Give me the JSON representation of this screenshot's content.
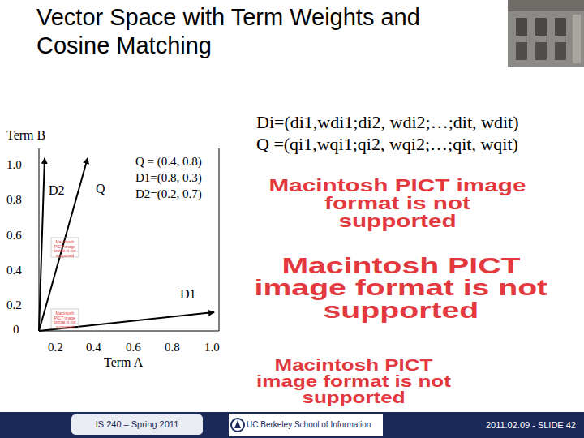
{
  "diagram": {
    "title": "Vector Space with Term Weights and Cosine Matching",
    "labels": [
      "Term B",
      "1.0",
      "0.8",
      "0.6",
      "0.4",
      "0.2",
      "0",
      "0.2",
      "0.4",
      "0.6",
      "0.8",
      "1.0",
      "Term A",
      "D2",
      "Q",
      "Q = (0.4, 0.8)",
      "D1=(0.8, 0.3)",
      "D2=(0.2, 0.7)",
      "D1",
      "Di=(di1,wdi1;di2, wdi2;…;dit, wdit)",
      "Q =(qi1,wqi1;qi2, wqi2;…;qit, wqit)",
      "Macintosh PICT image format is not supported",
      "Macintosh PICT image format is not supported",
      "Macintosh PICT image format is not supported",
      "Macintosh PICT image format is not supported",
      "Macintosh PICT image format is not supported",
      "IS 240 – Spring 2011",
      "UC Berkeley School of Information",
      "2011.02.09 - SLIDE 42"
    ]
  }
}
